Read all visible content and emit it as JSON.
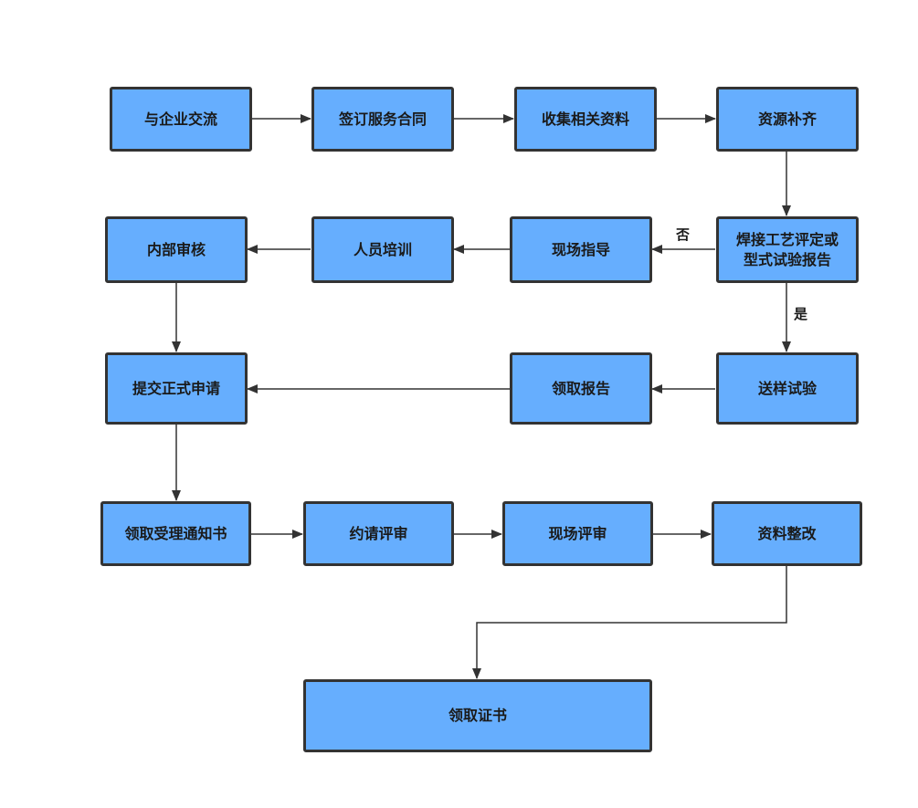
{
  "nodes": {
    "contact": "与企业交流",
    "contract": "签订服务合同",
    "collect": "收集相关资料",
    "supplement": "资源补齐",
    "welding_eval": "焊接工艺评定或\n型式试验报告",
    "onsite_guide": "现场指导",
    "training": "人员培训",
    "internal_review": "内部审核",
    "submit_apply": "提交正式申请",
    "get_report": "领取报告",
    "send_test": "送样试验",
    "accept_notice": "领取受理通知书",
    "invite_review": "约请评审",
    "onsite_review": "现场评审",
    "rectify": "资料整改",
    "get_cert": "领取证书"
  },
  "edge_labels": {
    "no": "否",
    "yes": "是"
  },
  "colors": {
    "node_fill": "#66aefe",
    "node_border": "#333333",
    "edge": "#333333"
  }
}
